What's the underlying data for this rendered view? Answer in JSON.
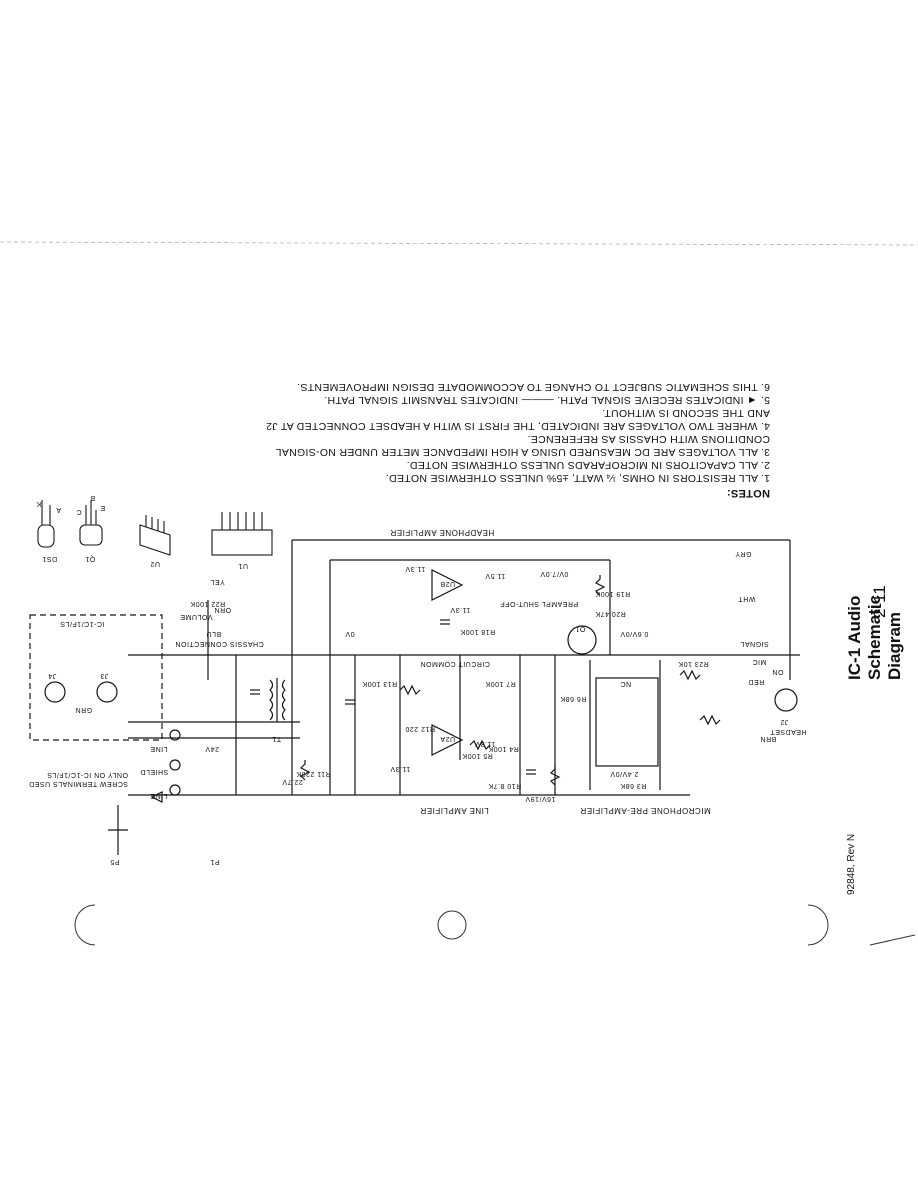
{
  "title": "IC-1 Audio Schematic Diagram",
  "page_number": "2-11",
  "doc_number": "92848, Rev N",
  "notes": {
    "header": "NOTES:",
    "items": [
      "1.  ALL RESISTORS IN OHMS, ¼ WATT, ±5% UNLESS OTHERWISE NOTED.",
      "2.  ALL CAPACITORS IN MICROFARADS UNLESS OTHERWISE NOTED.",
      "3.  ALL VOLTAGES ARE DC MEASURED USING A HIGH IMPEDANCE METER UNDER NO-SIGNAL",
      "     CONDITIONS WITH CHASSIS AS REFERENCE.",
      "4.  WHERE TWO VOLTAGES ARE INDICATED, THE FIRST IS WITH A HEADSET CONNECTED AT J2",
      "     AND THE SECOND IS WITHOUT.",
      "5.  ◄ INDICATES RECEIVE SIGNAL PATH.  ——— INDICATES TRANSMIT SIGNAL PATH.",
      "6.  THIS SCHEMATIC SUBJECT TO CHANGE TO ACCOMMODATE DESIGN IMPROVEMENTS."
    ]
  },
  "sections": {
    "headphone": "HEADPHONE  AMPLIFIER",
    "line": "LINE  AMPLIFIER",
    "mic": "MICROPHONE  PRE-AMPLIFIER",
    "preamp_shutoff": "PREAMPL SHUT-OFF",
    "circuit_common": "CIRCUIT  COMMON",
    "chassis": "CHASSIS CONNECTION",
    "screw_terminals": "SCREW TERMINALS USED ONLY ON IC-1C/1F/LS",
    "ic1_box": "IC-1C/1F/LS"
  },
  "parts": {
    "components": [
      "DS1",
      "Q1",
      "U2",
      "U1"
    ],
    "pins": [
      "K",
      "A",
      "B",
      "C",
      "E"
    ],
    "connectors": [
      "P5",
      "P1",
      "J2",
      "J3",
      "J4",
      "HEADSET"
    ],
    "amps": [
      "U2B",
      "U2A"
    ],
    "transistor": "Q1",
    "transformer": "T1",
    "voltages": [
      "11.3V",
      "11.5V",
      "11.3V",
      "0V",
      "0V/7.0V",
      "22.7V",
      "24V",
      "16V/19V",
      "2.4V/0V",
      "0.6V/0V",
      "11.3V",
      "11.3V"
    ],
    "resistors": [
      "R19 100K",
      "R20 47K",
      "R23 10K",
      "R18 100K",
      "R22 100K",
      "R13 100K",
      "R7 100K",
      "R4 100K",
      "R5 100K",
      "R6 68K",
      "R12 220",
      "R11 220K",
      "R10 8.7K",
      "R3 68K"
    ],
    "wire_labels": [
      "GRY",
      "YEL",
      "RED",
      "BRN",
      "GRN",
      "WHT",
      "BLU",
      "ORN",
      "LINE",
      "SHIELD",
      "LINE",
      "VOLUME",
      "SIGNAL",
      "MIC",
      "ON",
      "NC"
    ]
  },
  "colors": {
    "ink": "#161616",
    "paper": "#ffffff"
  }
}
